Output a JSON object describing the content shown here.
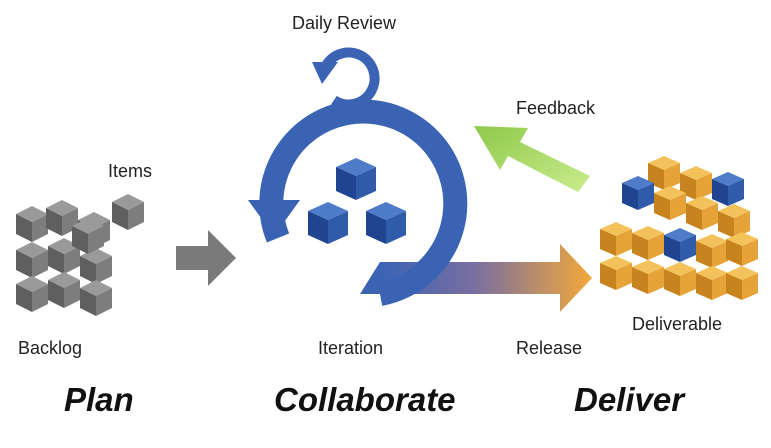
{
  "labels": {
    "daily_review": "Daily Review",
    "feedback": "Feedback",
    "items": "Items",
    "backlog": "Backlog",
    "iteration": "Iteration",
    "release": "Release",
    "deliverable": "Deliverable"
  },
  "phases": {
    "plan": "Plan",
    "collaborate": "Collaborate",
    "deliver": "Deliver"
  },
  "colors": {
    "cycle_blue": "#3b63b4",
    "cube_blue": "#2f5ba8",
    "backlog_gray": "#7a7a7a",
    "release_orange": "#f3a83a",
    "feedback_green": "#9fd15a",
    "deliverable_orange": "#e6a33a"
  }
}
